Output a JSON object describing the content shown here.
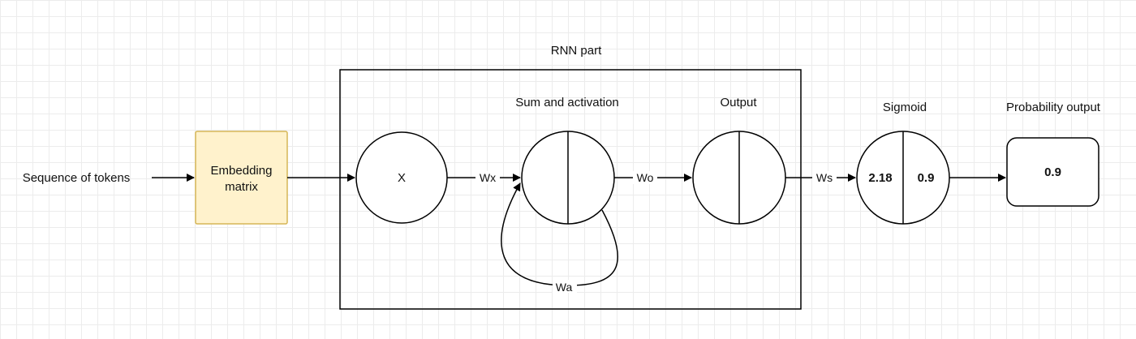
{
  "input_label": "Sequence of tokens",
  "embedding": {
    "line1": "Embedding",
    "line2": "matrix",
    "fill": "#fff2cc",
    "stroke": "#d6b656"
  },
  "rnn_title": "RNN part",
  "input_node": "X",
  "sum_title": "Sum and activation",
  "output_title": "Output",
  "sigmoid": {
    "title": "Sigmoid",
    "left_value": "2.18",
    "right_value": "0.9"
  },
  "prob": {
    "title": "Probability output",
    "value": "0.9"
  },
  "edges": {
    "wx": "Wx",
    "wo": "Wo",
    "ws": "Ws",
    "wa": "Wa"
  }
}
